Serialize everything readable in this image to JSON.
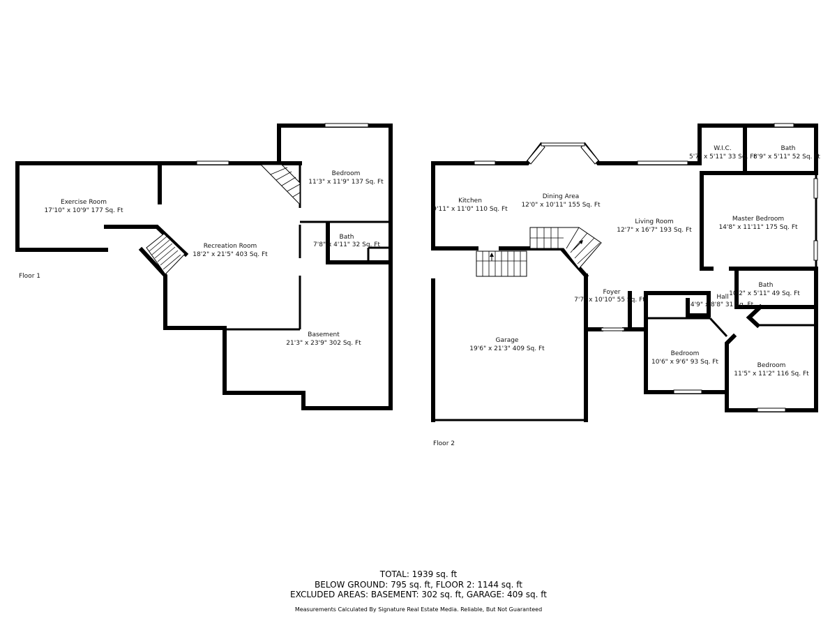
{
  "floors": [
    {
      "label": "Floor 1",
      "rooms": [
        {
          "name": "Exercise Room",
          "size": "17'10\" x 10'9\" 177 Sq. Ft"
        },
        {
          "name": "Recreation Room",
          "size": "18'2\" x 21'5\" 403 Sq. Ft"
        },
        {
          "name": "Bedroom",
          "size": "11'3\" x 11'9\" 137 Sq. Ft"
        },
        {
          "name": "Bath",
          "size": "7'8\" x 4'11\" 32 Sq. Ft"
        },
        {
          "name": "Basement",
          "size": "21'3\" x 23'9\" 302 Sq. Ft"
        }
      ]
    },
    {
      "label": "Floor 2",
      "rooms": [
        {
          "name": "Kitchen",
          "size": "9'11\" x 11'0\" 110 Sq. Ft"
        },
        {
          "name": "Dining Area",
          "size": "12'0\" x 10'11\" 155 Sq. Ft"
        },
        {
          "name": "Living Room",
          "size": "12'7\" x 16'7\" 193 Sq. Ft"
        },
        {
          "name": "W.I.C.",
          "size": "5'7\" x 5'11\" 33 Sq. Ft"
        },
        {
          "name": "Bath",
          "size": "8'9\" x 5'11\" 52 Sq. Ft"
        },
        {
          "name": "Master Bedroom",
          "size": "14'8\" x 11'11\" 175 Sq. Ft"
        },
        {
          "name": "Foyer",
          "size": "7'7\" x 10'10\" 55 Sq. Ft"
        },
        {
          "name": "Hall",
          "size": "4'9\" x 8'8\" 31 Sq. Ft"
        },
        {
          "name": "Bath",
          "size": "10'2\" x 5'11\" 49 Sq. Ft"
        },
        {
          "name": "Garage",
          "size": "19'6\" x 21'3\" 409 Sq. Ft"
        },
        {
          "name": "Bedroom",
          "size": "10'6\" x 9'6\" 93 Sq. Ft"
        },
        {
          "name": "Bedroom",
          "size": "11'5\" x 11'2\" 116 Sq. Ft"
        }
      ]
    }
  ],
  "summary": {
    "total": "TOTAL: 1939 sq. ft",
    "breakdown": "BELOW GROUND: 795 sq. ft, FLOOR 2: 1144 sq. ft",
    "excluded": "EXCLUDED AREAS: BASEMENT: 302 sq. ft, GARAGE: 409 sq. ft"
  },
  "disclaimer": "Measurements Calculated By Signature Real Estate Media. Reliable, But Not Guaranteed"
}
